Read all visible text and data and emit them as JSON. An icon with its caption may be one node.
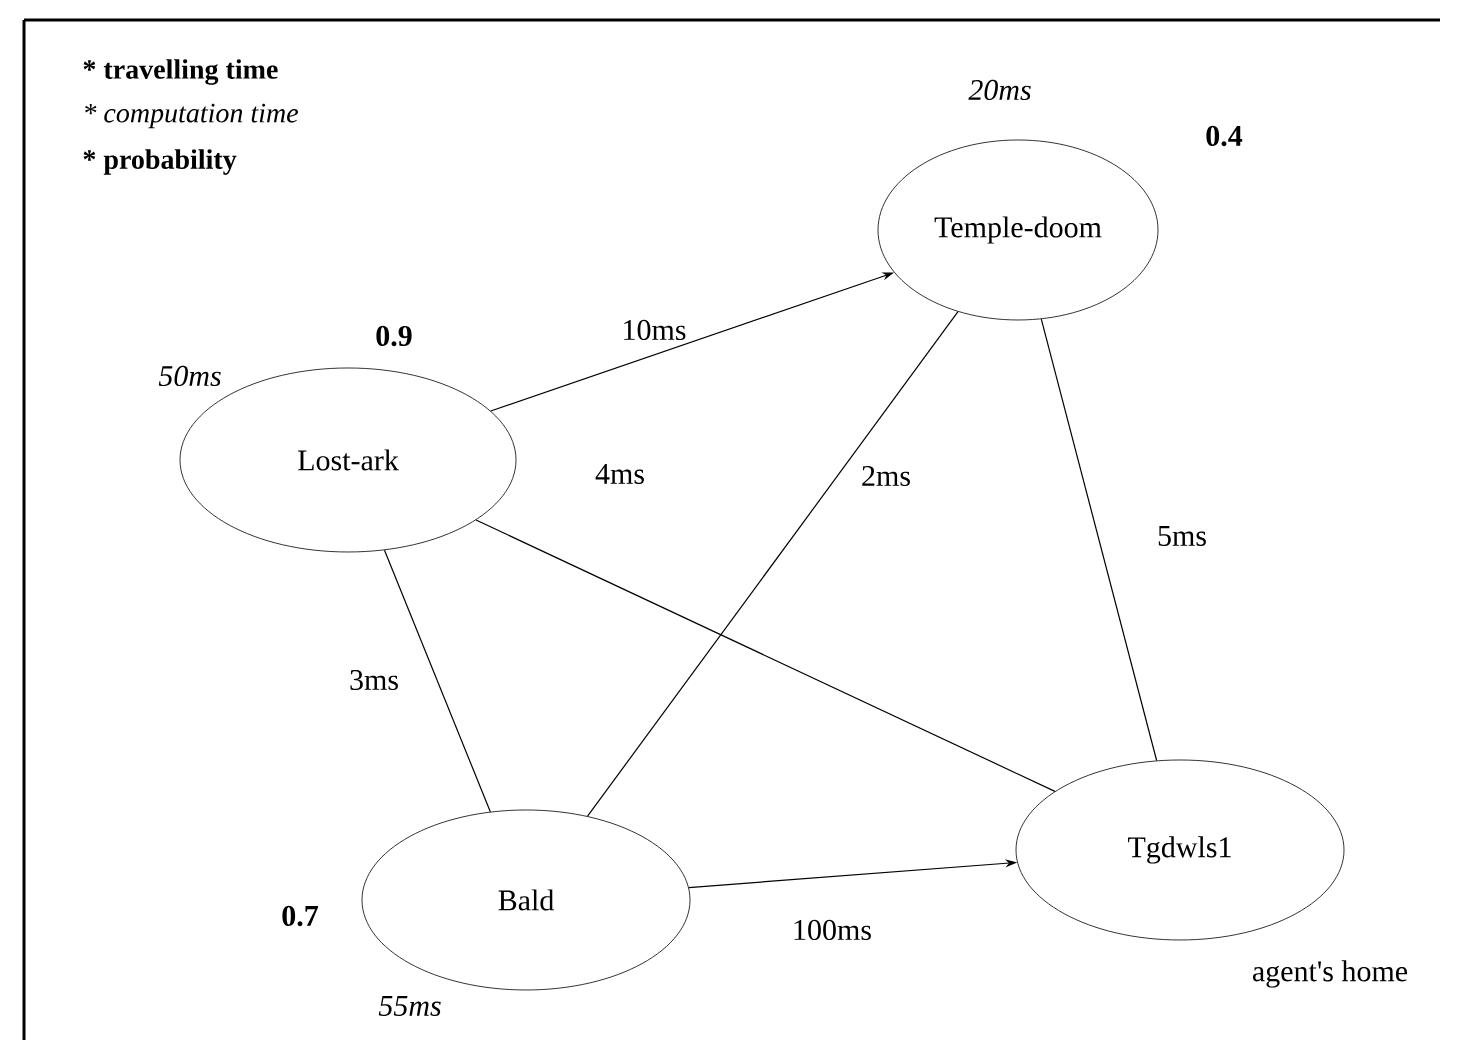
{
  "diagram": {
    "nodes": [
      {
        "text": [
          "Temple-doom"
        ],
        "beside": [
          "20ms",
          "0.4"
        ]
      },
      {
        "text": [
          "Lost-ark"
        ],
        "beside": [
          "0.9",
          "50ms"
        ]
      },
      {
        "text": [
          "Bald"
        ],
        "beside": [
          "0.7",
          "55ms"
        ]
      },
      {
        "text": [
          "Tgdwls1"
        ],
        "beside": [
          "agent's home"
        ]
      }
    ],
    "edges": [
      {
        "from": 1,
        "to": 0,
        "arrow": "to",
        "label": "10ms"
      },
      {
        "from": 1,
        "to": 3,
        "arrow": "none",
        "label": "4ms"
      },
      {
        "from": 2,
        "to": 0,
        "arrow": "none",
        "label": "2ms"
      },
      {
        "from": 0,
        "to": 3,
        "arrow": "none",
        "label": "5ms"
      },
      {
        "from": 1,
        "to": 2,
        "arrow": "none",
        "label": "3ms"
      },
      {
        "from": 2,
        "to": 3,
        "arrow": "to",
        "label": "100ms"
      }
    ],
    "labels": [
      "* travelling time",
      "* computation time",
      "* probability"
    ]
  }
}
